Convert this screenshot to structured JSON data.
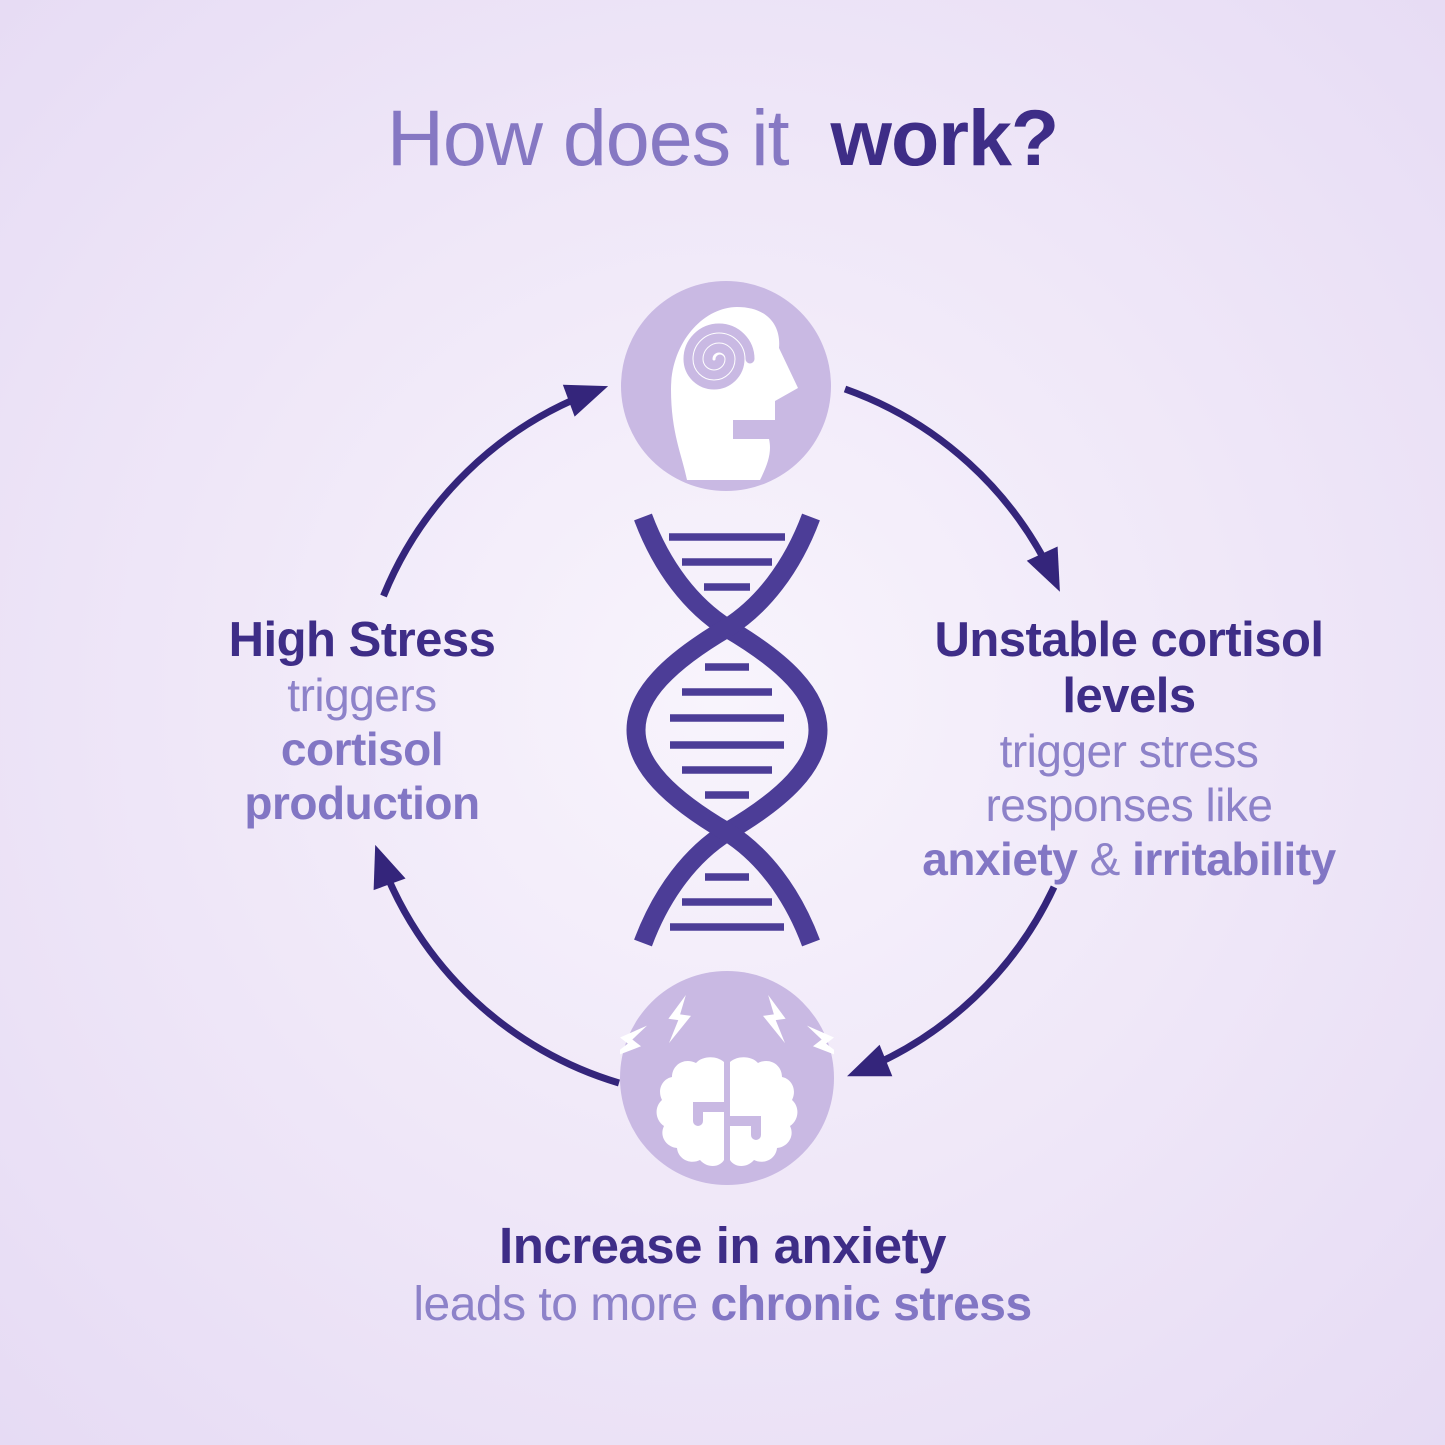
{
  "title": {
    "prefix": "How does it",
    "emphasis": "work?"
  },
  "cycle": {
    "left_label": {
      "heading": "High Stress",
      "line2": "triggers",
      "line3": "cortisol",
      "line4": "production"
    },
    "right_label": {
      "heading_line1": "Unstable cortisol",
      "heading_line2": "levels",
      "line3": "trigger stress",
      "line4": "responses like",
      "bold_a": "anxiety",
      "amp": "&",
      "bold_b": "irritability"
    },
    "bottom_label": {
      "heading": "Increase in anxiety",
      "lead": "leads to more",
      "emphasis": "chronic stress"
    },
    "icons": {
      "top": "head-spiral-icon",
      "center": "dna-helix-icon",
      "bottom": "brain-lightning-icon"
    }
  },
  "colors": {
    "background_center": "#f8f4fc",
    "background_edge": "#e6dbf4",
    "title_light": "#8678c3",
    "dark_purple": "#3e2d87",
    "medium_purple": "#8d82c9",
    "medium_purple_bold": "#8276c4",
    "icon_circle": "#c9b9e3",
    "dna": "#4c3d97",
    "arrow": "#34257b",
    "white": "#ffffff"
  }
}
